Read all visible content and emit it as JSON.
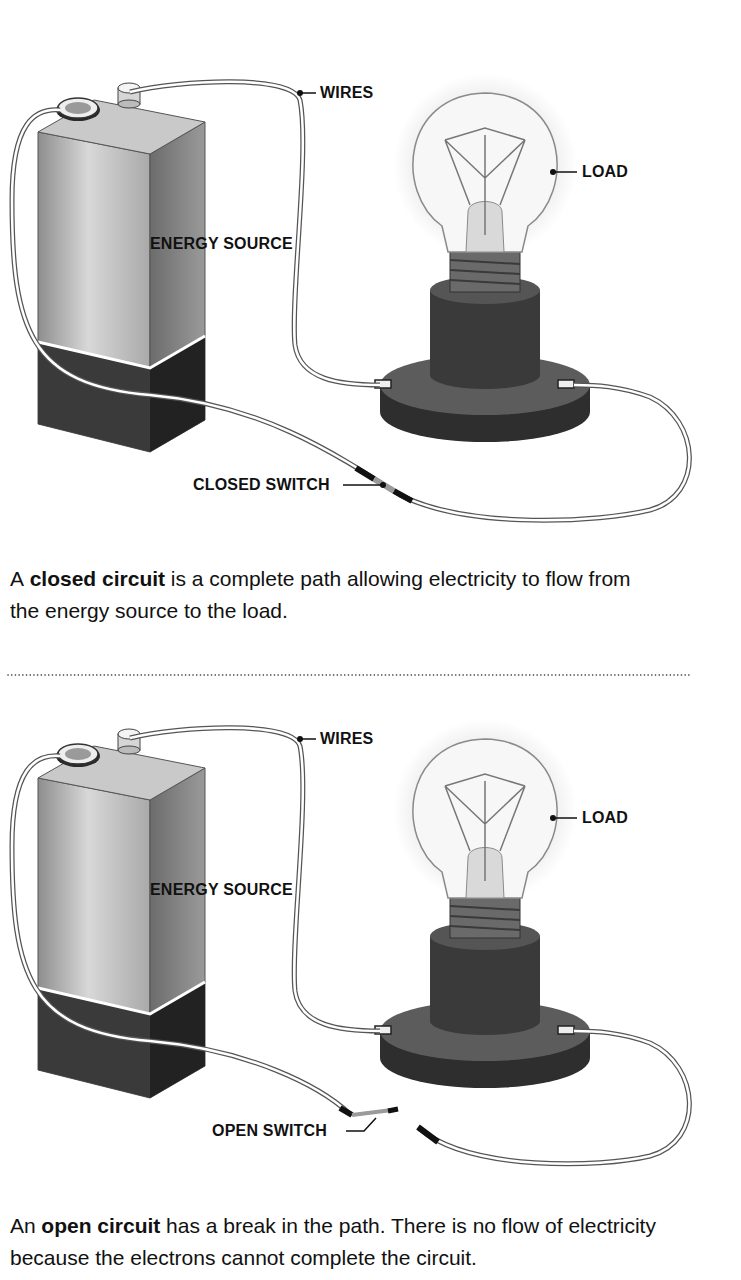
{
  "diagram": {
    "labels": [
      "WIRES",
      "LOAD",
      "ENERGY SOURCE",
      "CLOSED SWITCH",
      "A",
      "closed circuit",
      "is a complete path allowing electricity to flow from the energy source to the load.",
      "WIRES",
      "LOAD",
      "ENERGY SOURCE",
      "OPEN SWITCH",
      "An",
      "open circuit",
      "has a break in the path. There is no flow of electricity because the electrons cannot complete the circuit."
    ]
  }
}
